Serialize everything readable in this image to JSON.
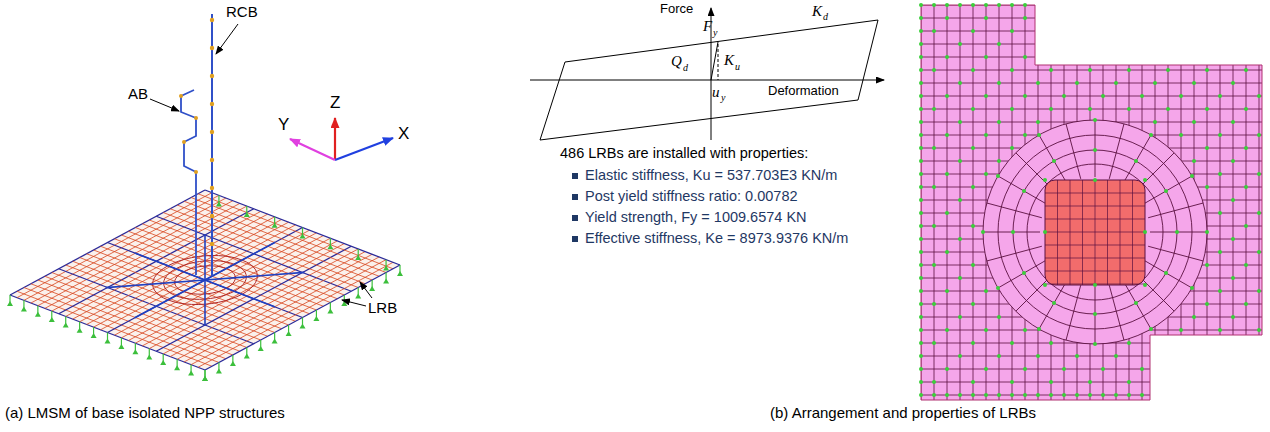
{
  "diagram": {
    "labels": [
      "RCB",
      "AB",
      "Y",
      "Z",
      "X",
      "LRB",
      "Force",
      "F",
      "y",
      "K",
      "d",
      "Q",
      "d",
      "K",
      "u",
      "u",
      "y",
      "Deformation",
      "486 LRBs are installed with properties:",
      "Elastic stiffness, Ku = 537.703E3 KN/m",
      "Post yield stiffness ratio: 0.00782",
      "Yield strength, Fy = 1009.6574 KN",
      "Effective stiffness, Ke = 8973.9376 KN/m",
      "(a) LMSM of base isolated NPP structures",
      "(b) Arrangement and properties of LRBs"
    ]
  }
}
